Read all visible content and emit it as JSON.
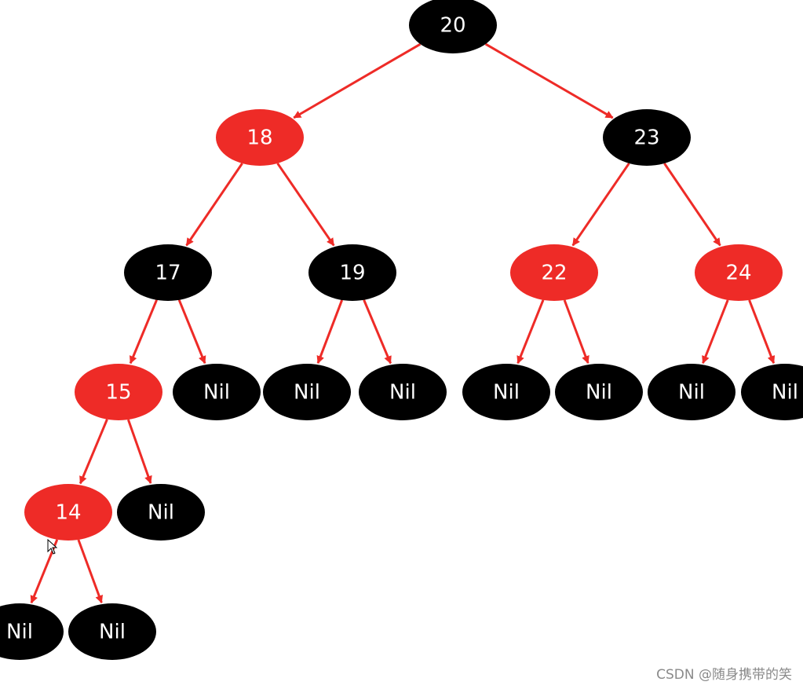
{
  "colors": {
    "red_node": "#ee2b27",
    "black_node": "#000000",
    "edge": "#ee2b27",
    "label": "#ffffff"
  },
  "tree": {
    "nodes": [
      {
        "id": "n20",
        "label": "20",
        "color": "black"
      },
      {
        "id": "n18",
        "label": "18",
        "color": "red"
      },
      {
        "id": "n23",
        "label": "23",
        "color": "black"
      },
      {
        "id": "n17",
        "label": "17",
        "color": "black"
      },
      {
        "id": "n19",
        "label": "19",
        "color": "black"
      },
      {
        "id": "n22",
        "label": "22",
        "color": "red"
      },
      {
        "id": "n24",
        "label": "24",
        "color": "red"
      },
      {
        "id": "n15",
        "label": "15",
        "color": "red"
      },
      {
        "id": "nil17r",
        "label": "Nil",
        "color": "black"
      },
      {
        "id": "nil19l",
        "label": "Nil",
        "color": "black"
      },
      {
        "id": "nil19r",
        "label": "Nil",
        "color": "black"
      },
      {
        "id": "nil22l",
        "label": "Nil",
        "color": "black"
      },
      {
        "id": "nil22r",
        "label": "Nil",
        "color": "black"
      },
      {
        "id": "nil24l",
        "label": "Nil",
        "color": "black"
      },
      {
        "id": "nil24r",
        "label": "Nil",
        "color": "black"
      },
      {
        "id": "n14",
        "label": "14",
        "color": "red"
      },
      {
        "id": "nil15r",
        "label": "Nil",
        "color": "black"
      },
      {
        "id": "nil14l",
        "label": "Nil",
        "color": "black"
      },
      {
        "id": "nil14r",
        "label": "Nil",
        "color": "black"
      }
    ],
    "edges": [
      {
        "from": "n20",
        "to": "n18"
      },
      {
        "from": "n20",
        "to": "n23"
      },
      {
        "from": "n18",
        "to": "n17"
      },
      {
        "from": "n18",
        "to": "n19"
      },
      {
        "from": "n23",
        "to": "n22"
      },
      {
        "from": "n23",
        "to": "n24"
      },
      {
        "from": "n17",
        "to": "n15"
      },
      {
        "from": "n17",
        "to": "nil17r"
      },
      {
        "from": "n19",
        "to": "nil19l"
      },
      {
        "from": "n19",
        "to": "nil19r"
      },
      {
        "from": "n22",
        "to": "nil22l"
      },
      {
        "from": "n22",
        "to": "nil22r"
      },
      {
        "from": "n24",
        "to": "nil24l"
      },
      {
        "from": "n24",
        "to": "nil24r"
      },
      {
        "from": "n15",
        "to": "n14"
      },
      {
        "from": "n15",
        "to": "nil15r"
      },
      {
        "from": "n14",
        "to": "nil14l"
      },
      {
        "from": "n14",
        "to": "nil14r"
      }
    ]
  },
  "watermark": "CSDN @随身携带的笑"
}
